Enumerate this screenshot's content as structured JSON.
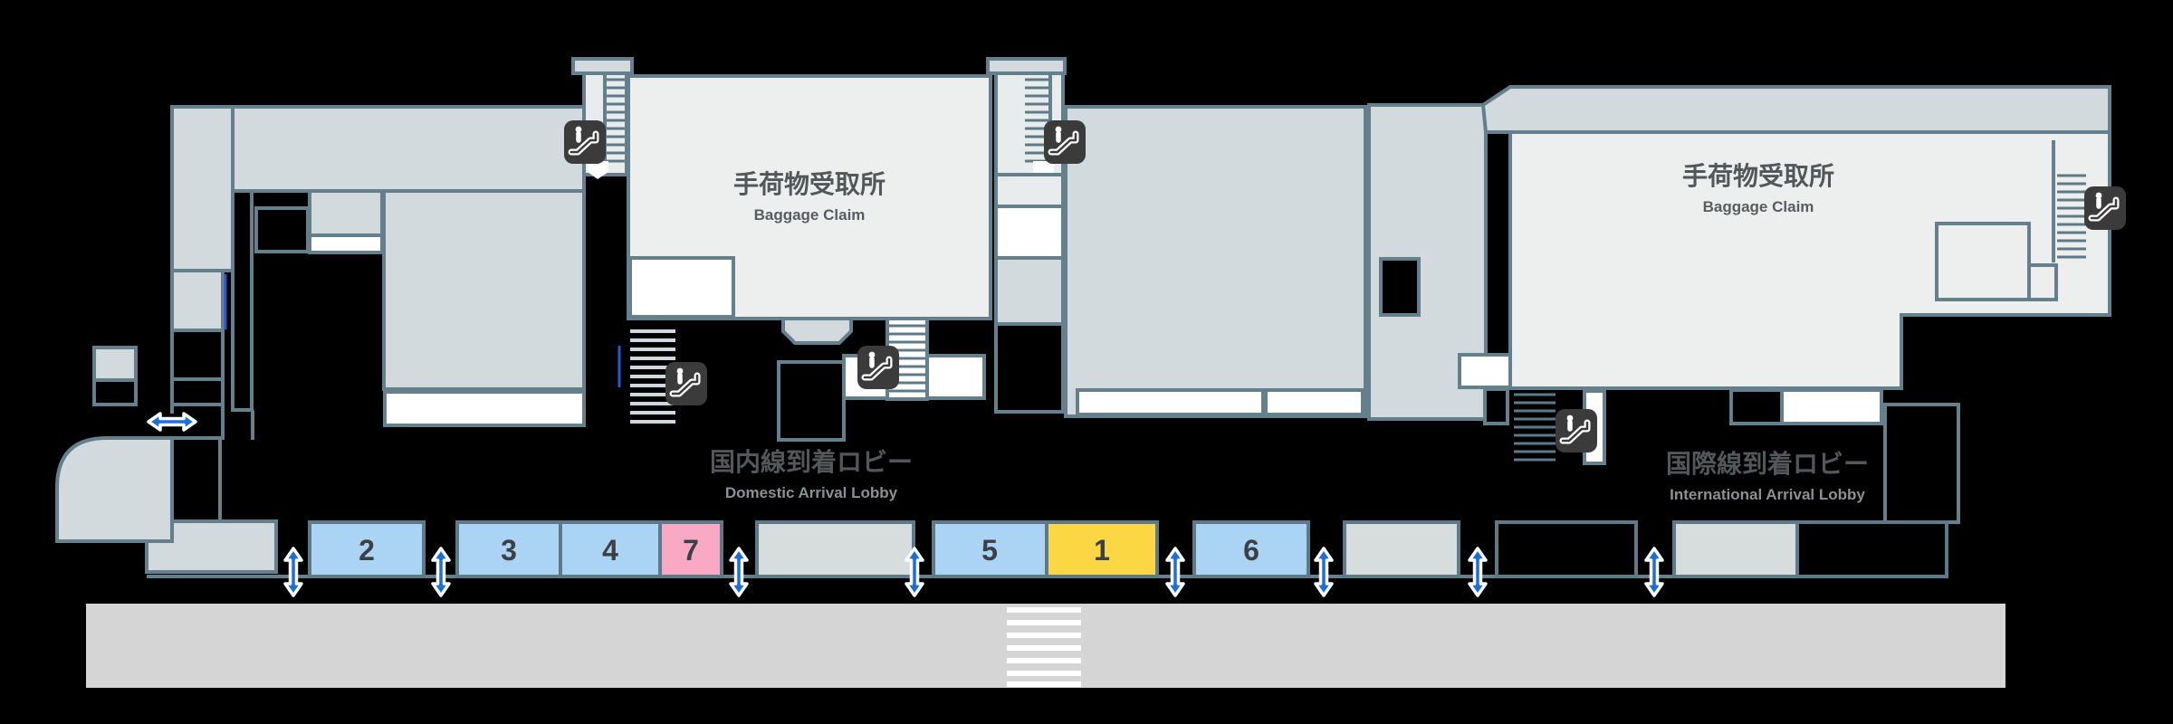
{
  "map": {
    "domestic_baggage": {
      "jp": "手荷物受取所",
      "en": "Baggage Claim"
    },
    "international_baggage": {
      "jp": "手荷物受取所",
      "en": "Baggage Claim"
    },
    "domestic_lobby": {
      "jp": "国内線到着ロビー",
      "en": "Domestic Arrival Lobby"
    },
    "international_lobby": {
      "jp": "国際線到着ロビー",
      "en": "International Arrival Lobby"
    }
  },
  "stops": {
    "items": [
      {
        "label": "2",
        "color": "#abd3f4"
      },
      {
        "label": "3",
        "color": "#abd3f4"
      },
      {
        "label": "4",
        "color": "#abd3f4"
      },
      {
        "label": "7",
        "color": "#f9a9c4"
      },
      {
        "label": "5",
        "color": "#abd3f4"
      },
      {
        "label": "1",
        "color": "#fbd843"
      },
      {
        "label": "6",
        "color": "#abd3f4"
      }
    ]
  },
  "icons": {
    "escalator": "escalator-icon",
    "entrance_arrow": "double-arrow"
  },
  "colors": {
    "background": "#000000",
    "floor": "#d3dade",
    "building": "#edefef",
    "outline": "#64808d",
    "plain_box": "#d7dcdd",
    "icon_background": "#3b3b3b",
    "icon_glyph": "#ffffff",
    "arrow_blue": "#1d6fd8",
    "arrow_casing": "#ffffff",
    "road": "#d5d5d5",
    "crosswalk_stripe": "#ffffff",
    "text_dark": "#54575a",
    "text_en_dark": "#595c5f",
    "text_en_gray": "#8d9093",
    "number_text": "#3a4045",
    "blue_line": "#2c55d8"
  }
}
